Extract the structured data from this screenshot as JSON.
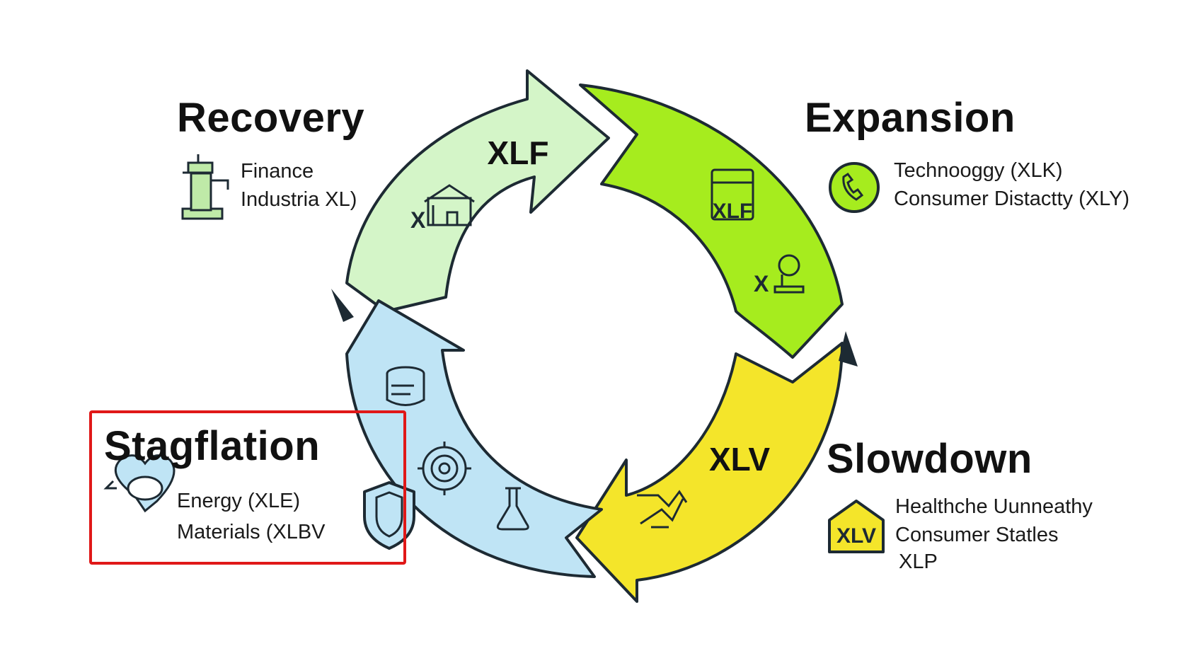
{
  "phases": {
    "recovery": {
      "title": "Recovery",
      "lines": [
        "Finance",
        "Industria XL)"
      ],
      "ring_label": "XLF",
      "color": "#d4f5c8"
    },
    "expansion": {
      "title": "Expansion",
      "lines": [
        "Technooggy (XLK)",
        "Consumer Distactty (XLY)"
      ],
      "ring_label": "XLF",
      "color": "#a6ec1e"
    },
    "slowdown": {
      "title": "Slowdown",
      "lines": [
        "Healthche Uunneathy",
        "Consumer Statles",
        "XLP"
      ],
      "ring_label": "XLV",
      "color": "#f4e52a",
      "badge": "XLV"
    },
    "stagflation": {
      "title": "Stagflation",
      "lines": [
        "Energy  (XLE)",
        "Materials (XLBV"
      ],
      "color": "#bfe4f5",
      "highlight_color": "#e01818"
    }
  },
  "ring_marks": {
    "recovery_icon_text": "X",
    "expansion_icon_text": "X"
  },
  "icons": [
    "pump-icon",
    "house-icon",
    "phone-icon",
    "server-rack-icon",
    "robot-arm-icon",
    "barrel-icon",
    "gear-target-icon",
    "flask-icon",
    "shield-icon",
    "globe-heart-icon",
    "broken-chart-icon",
    "house-badge-icon"
  ]
}
